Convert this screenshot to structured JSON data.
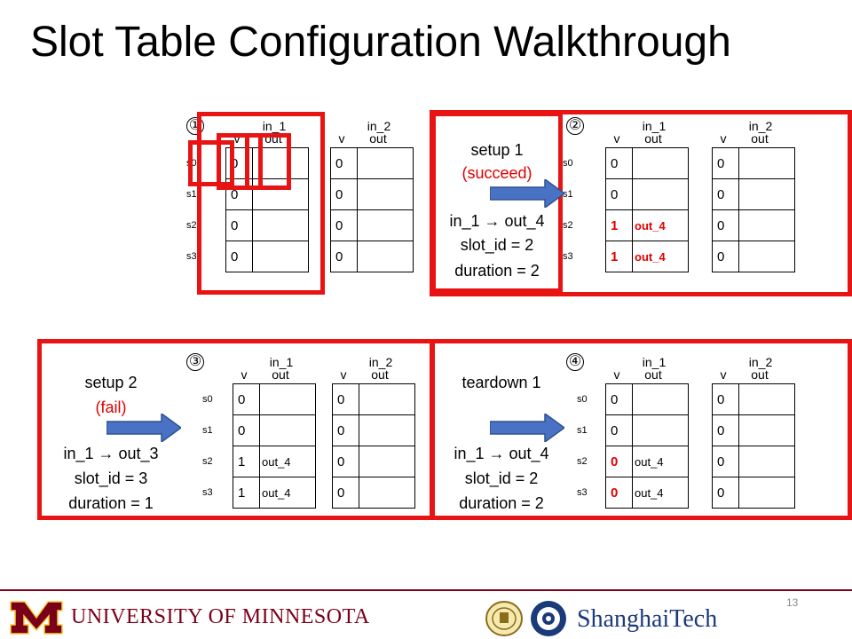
{
  "title": "Slot Table Configuration Walkthrough",
  "page_number": "13",
  "slot_labels": [
    "s0",
    "s1",
    "s2",
    "s3"
  ],
  "header_v": "v",
  "header_out": "out",
  "group_in1": "in_1",
  "group_in2": "in_2",
  "panel1": {
    "number": "①",
    "in1_v": [
      "0",
      "0",
      "0",
      "0"
    ],
    "in1_out": [
      "",
      "",
      "",
      ""
    ],
    "in2_v": [
      "0",
      "0",
      "0",
      "0"
    ],
    "in2_out": [
      "",
      "",
      "",
      ""
    ]
  },
  "step1": {
    "title": "setup 1",
    "status": "(succeed)",
    "route": "in_1 → out_4",
    "slot_id": "slot_id = 2",
    "duration": "duration = 2"
  },
  "panel2": {
    "number": "②",
    "in1_v": [
      "0",
      "0",
      "1",
      "1"
    ],
    "in1_out": [
      "",
      "",
      "out_4",
      "out_4"
    ],
    "in2_v": [
      "0",
      "0",
      "0",
      "0"
    ],
    "in2_out": [
      "",
      "",
      "",
      ""
    ]
  },
  "step2": {
    "title": "setup 2",
    "status": "(fail)",
    "route": "in_1 → out_3",
    "slot_id": "slot_id = 3",
    "duration": "duration = 1"
  },
  "panel3": {
    "number": "③",
    "in1_v": [
      "0",
      "0",
      "1",
      "1"
    ],
    "in1_out": [
      "",
      "",
      "out_4",
      "out_4"
    ],
    "in2_v": [
      "0",
      "0",
      "0",
      "0"
    ],
    "in2_out": [
      "",
      "",
      "",
      ""
    ]
  },
  "step3": {
    "title": "teardown 1",
    "route": "in_1 → out_4",
    "slot_id": "slot_id = 2",
    "duration": "duration = 2"
  },
  "panel4": {
    "number": "④",
    "in1_v": [
      "0",
      "0",
      "0",
      "0"
    ],
    "in1_out": [
      "",
      "",
      "out_4",
      "out_4"
    ],
    "in2_v": [
      "0",
      "0",
      "0",
      "0"
    ],
    "in2_out": [
      "",
      "",
      "",
      ""
    ]
  },
  "footer": {
    "umn_logo_text": "UNIVERSITY OF MINNESOTA",
    "shanghaitech_logo_text": "ShanghaiTech"
  },
  "colors": {
    "highlight_red": "#e81414",
    "changed_value_red": "#e00000",
    "arrow_blue": "#4a72c4",
    "umn_maroon": "#7a0019",
    "umn_gold": "#ffcc33",
    "shanghaitech_blue": "#1b3a7a"
  },
  "icons": {
    "arrow": "right-arrow-icon",
    "umn_logo": "umn-m-logo-icon",
    "emblem": "university-emblem-icon",
    "shanghaitech_logo": "shanghaitech-emblem-icon"
  }
}
